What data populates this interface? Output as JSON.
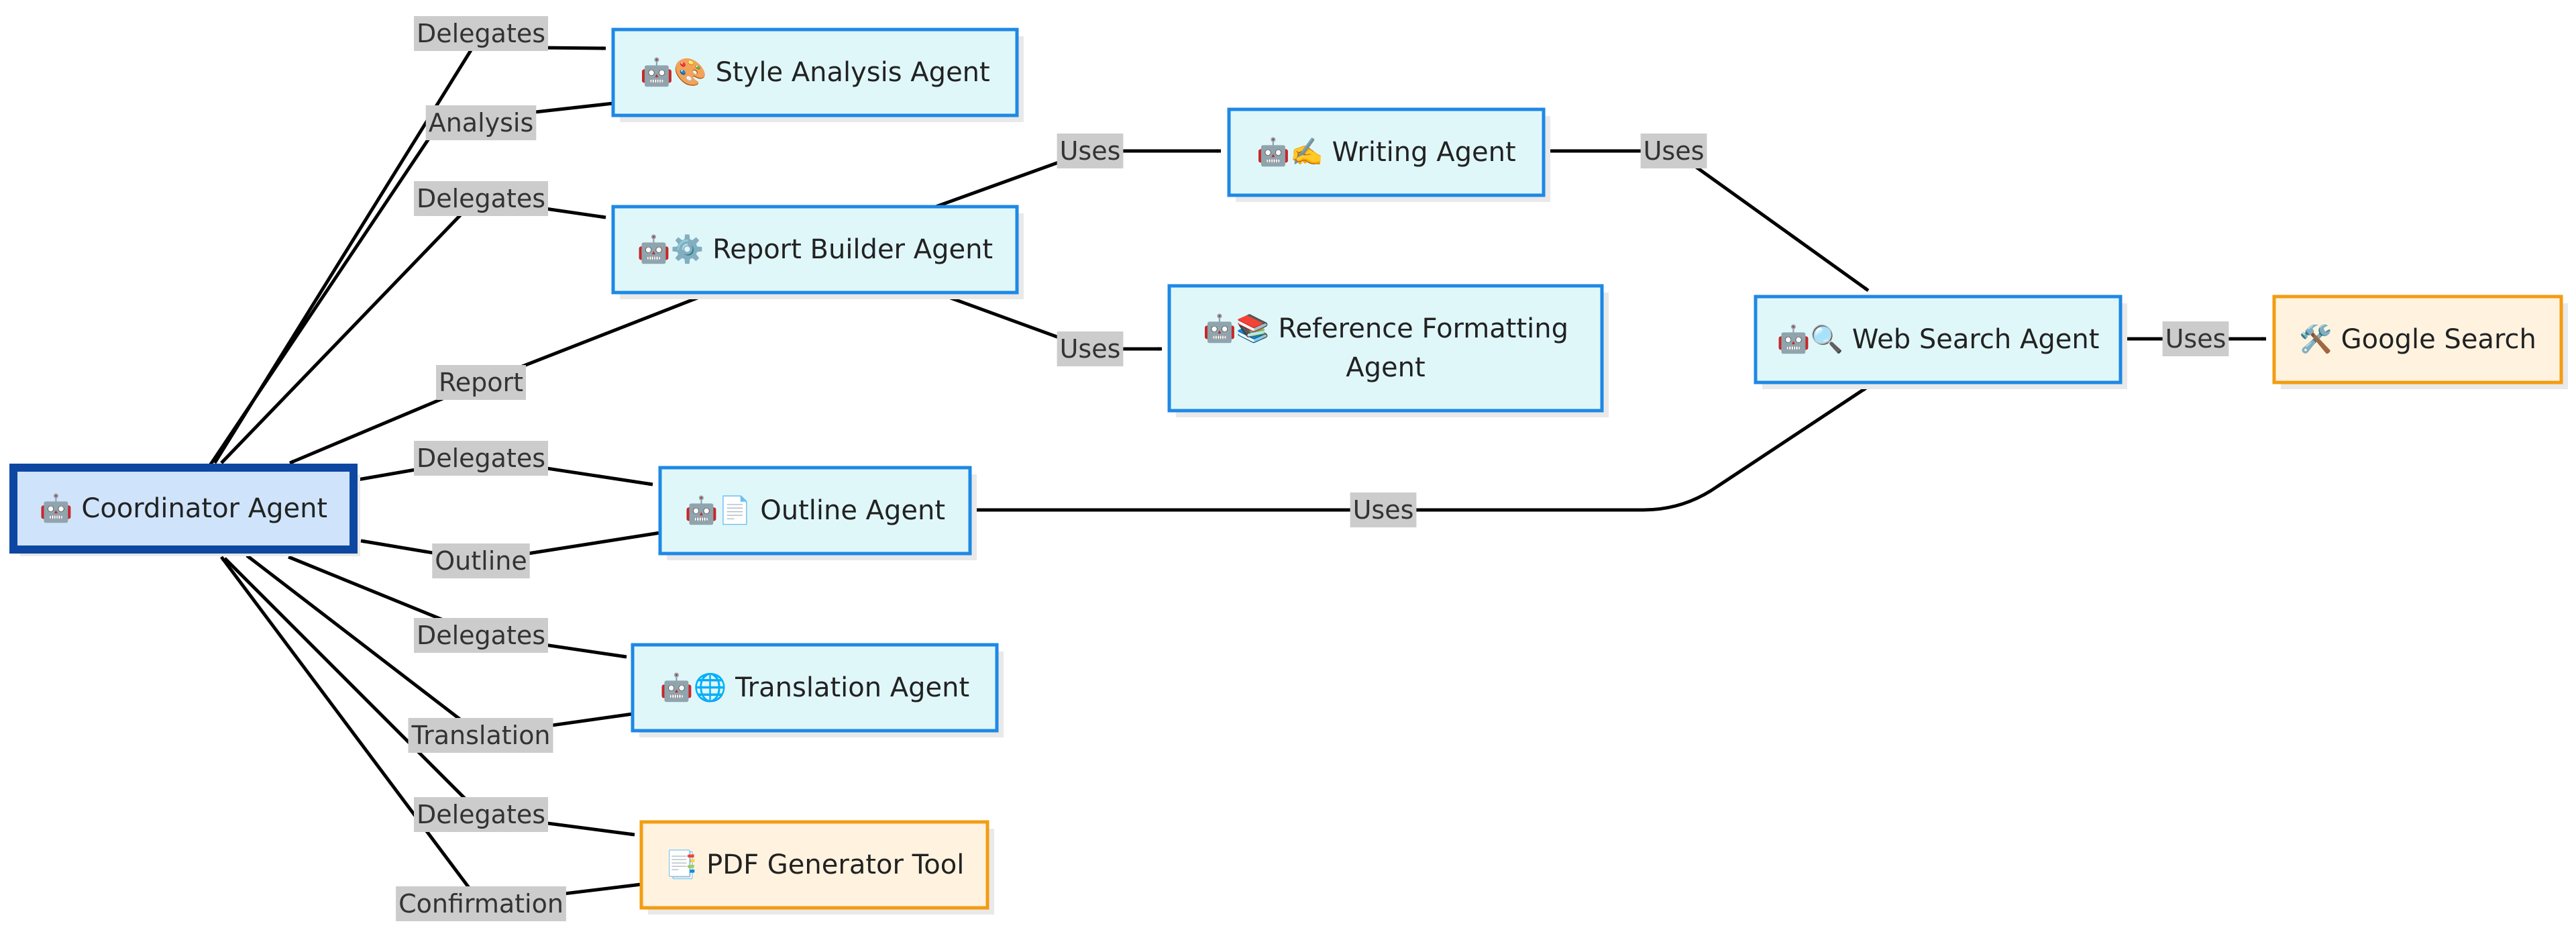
{
  "diagram": {
    "colors": {
      "agent_fill": "#e0f7fa",
      "agent_stroke": "#1e88e5",
      "coordinator_fill": "#cfe4fa",
      "coordinator_stroke": "#0d47a1",
      "tool_fill": "#fff3e0",
      "tool_stroke": "#f39c12",
      "edge": "#000000",
      "label_bg": "#cccccc",
      "label_text": "#333333"
    },
    "nodes": [
      {
        "id": "coordinator",
        "kind": "coordinator",
        "lines": [
          "🤖 Coordinator Agent"
        ]
      },
      {
        "id": "style",
        "kind": "agent",
        "lines": [
          "🤖🎨 Style Analysis Agent"
        ]
      },
      {
        "id": "report",
        "kind": "agent",
        "lines": [
          "🤖⚙️ Report Builder Agent"
        ]
      },
      {
        "id": "outline",
        "kind": "agent",
        "lines": [
          "🤖📄 Outline Agent"
        ]
      },
      {
        "id": "translation",
        "kind": "agent",
        "lines": [
          "🤖🌐 Translation Agent"
        ]
      },
      {
        "id": "pdf",
        "kind": "tool",
        "lines": [
          "📑 PDF Generator Tool"
        ]
      },
      {
        "id": "writing",
        "kind": "agent",
        "lines": [
          "🤖✍️ Writing Agent"
        ]
      },
      {
        "id": "reference",
        "kind": "agent",
        "lines": [
          "🤖📚 Reference Formatting",
          "Agent"
        ]
      },
      {
        "id": "websearch",
        "kind": "agent",
        "lines": [
          "🤖🔍 Web Search Agent"
        ]
      },
      {
        "id": "google",
        "kind": "tool",
        "lines": [
          "🛠️ Google Search"
        ]
      }
    ],
    "edges": [
      {
        "id": "coord-style",
        "from": "coordinator",
        "to": "style",
        "label": "Delegates"
      },
      {
        "id": "style-coord",
        "from": "style",
        "to": "coordinator",
        "label": "Analysis"
      },
      {
        "id": "coord-report",
        "from": "coordinator",
        "to": "report",
        "label": "Delegates"
      },
      {
        "id": "report-coord",
        "from": "report",
        "to": "coordinator",
        "label": "Report"
      },
      {
        "id": "coord-outline",
        "from": "coordinator",
        "to": "outline",
        "label": "Delegates"
      },
      {
        "id": "outline-coord",
        "from": "outline",
        "to": "coordinator",
        "label": "Outline"
      },
      {
        "id": "coord-translation",
        "from": "coordinator",
        "to": "translation",
        "label": "Delegates"
      },
      {
        "id": "translation-coord",
        "from": "translation",
        "to": "coordinator",
        "label": "Translation"
      },
      {
        "id": "coord-pdf",
        "from": "coordinator",
        "to": "pdf",
        "label": "Delegates"
      },
      {
        "id": "pdf-coord",
        "from": "pdf",
        "to": "coordinator",
        "label": "Confirmation"
      },
      {
        "id": "report-writing",
        "from": "report",
        "to": "writing",
        "label": "Uses"
      },
      {
        "id": "report-reference",
        "from": "report",
        "to": "reference",
        "label": "Uses"
      },
      {
        "id": "writing-websearch",
        "from": "writing",
        "to": "websearch",
        "label": "Uses"
      },
      {
        "id": "outline-websearch",
        "from": "outline",
        "to": "websearch",
        "label": "Uses"
      },
      {
        "id": "websearch-google",
        "from": "websearch",
        "to": "google",
        "label": "Uses"
      }
    ]
  }
}
